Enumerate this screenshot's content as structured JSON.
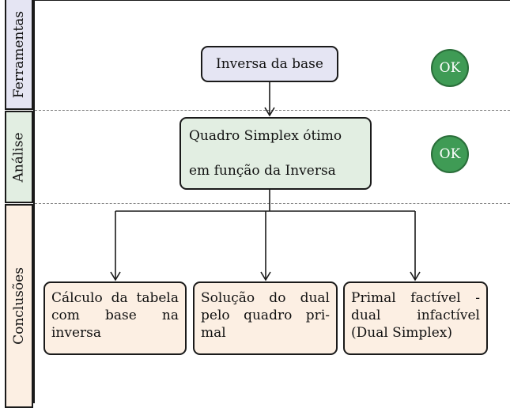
{
  "lanes": [
    {
      "label": "Ferramentas"
    },
    {
      "label": "Análise"
    },
    {
      "label": "Conclusões"
    }
  ],
  "nodes": {
    "inverse": "Inversa da base",
    "simplex_line1": "Quadro Simplex ótimo",
    "simplex_line2": "em função da Inversa",
    "calc": "Cálculo da tabela com base na inversa",
    "dual": "Solução do dual pelo quadro pri-mal",
    "primal": "Primal factível - dual infactível (Dual Simplex)"
  },
  "status": {
    "tools": "OK",
    "analysis": "OK"
  },
  "colors": {
    "tools_fill": "#e5e5f3",
    "analysis_fill": "#e2eee2",
    "conclusions_fill": "#fcefe3",
    "ok_fill": "#3f9b55"
  }
}
